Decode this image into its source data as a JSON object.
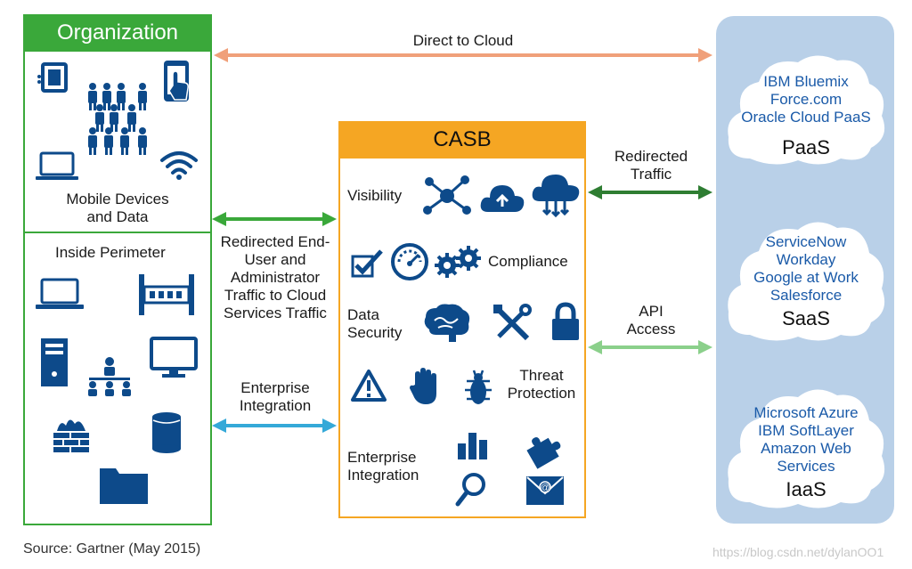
{
  "organization": {
    "title": "Organization",
    "mobile_label": [
      "Mobile Devices",
      "and Data"
    ],
    "inside_label": "Inside Perimeter"
  },
  "casb": {
    "title": "CASB",
    "visibility": "Visibility",
    "compliance": "Compliance",
    "data_security": [
      "Data",
      "Security"
    ],
    "threat_protection": [
      "Threat",
      "Protection"
    ],
    "enterprise_integration": [
      "Enterprise",
      "Integration"
    ]
  },
  "arrows": {
    "direct_to_cloud": "Direct to Cloud",
    "redirected_end_user": [
      "Redirected End-",
      "User and",
      "Administrator",
      "Traffic to Cloud",
      "Services Traffic"
    ],
    "enterprise_integration": [
      "Enterprise",
      "Integration"
    ],
    "redirected_traffic": [
      "Redirected",
      "Traffic"
    ],
    "api_access": [
      "API",
      "Access"
    ]
  },
  "clouds": [
    {
      "lines": [
        "IBM Bluemix",
        "Force.com",
        "Oracle Cloud PaaS"
      ],
      "category": "PaaS"
    },
    {
      "lines": [
        "ServiceNow",
        "Workday",
        "Google at Work",
        "Salesforce"
      ],
      "category": "SaaS"
    },
    {
      "lines": [
        "Microsoft Azure",
        "IBM SoftLayer",
        "Amazon Web",
        "Services"
      ],
      "category": "IaaS"
    }
  ],
  "source": "Source: Gartner (May 2015)",
  "watermark": "https://blog.csdn.net/dylanOO1",
  "colors": {
    "org_green": "#3aa83a",
    "casb_orange": "#f5a623",
    "icon_blue": "#0d4a8a",
    "cloud_panel": "#b9d0e8",
    "arrow_salmon": "#f0a07a",
    "arrow_green": "#3aa83a",
    "arrow_dark_green": "#2e7d32",
    "arrow_light_green": "#8bd08b",
    "arrow_blue": "#35a9d8"
  }
}
